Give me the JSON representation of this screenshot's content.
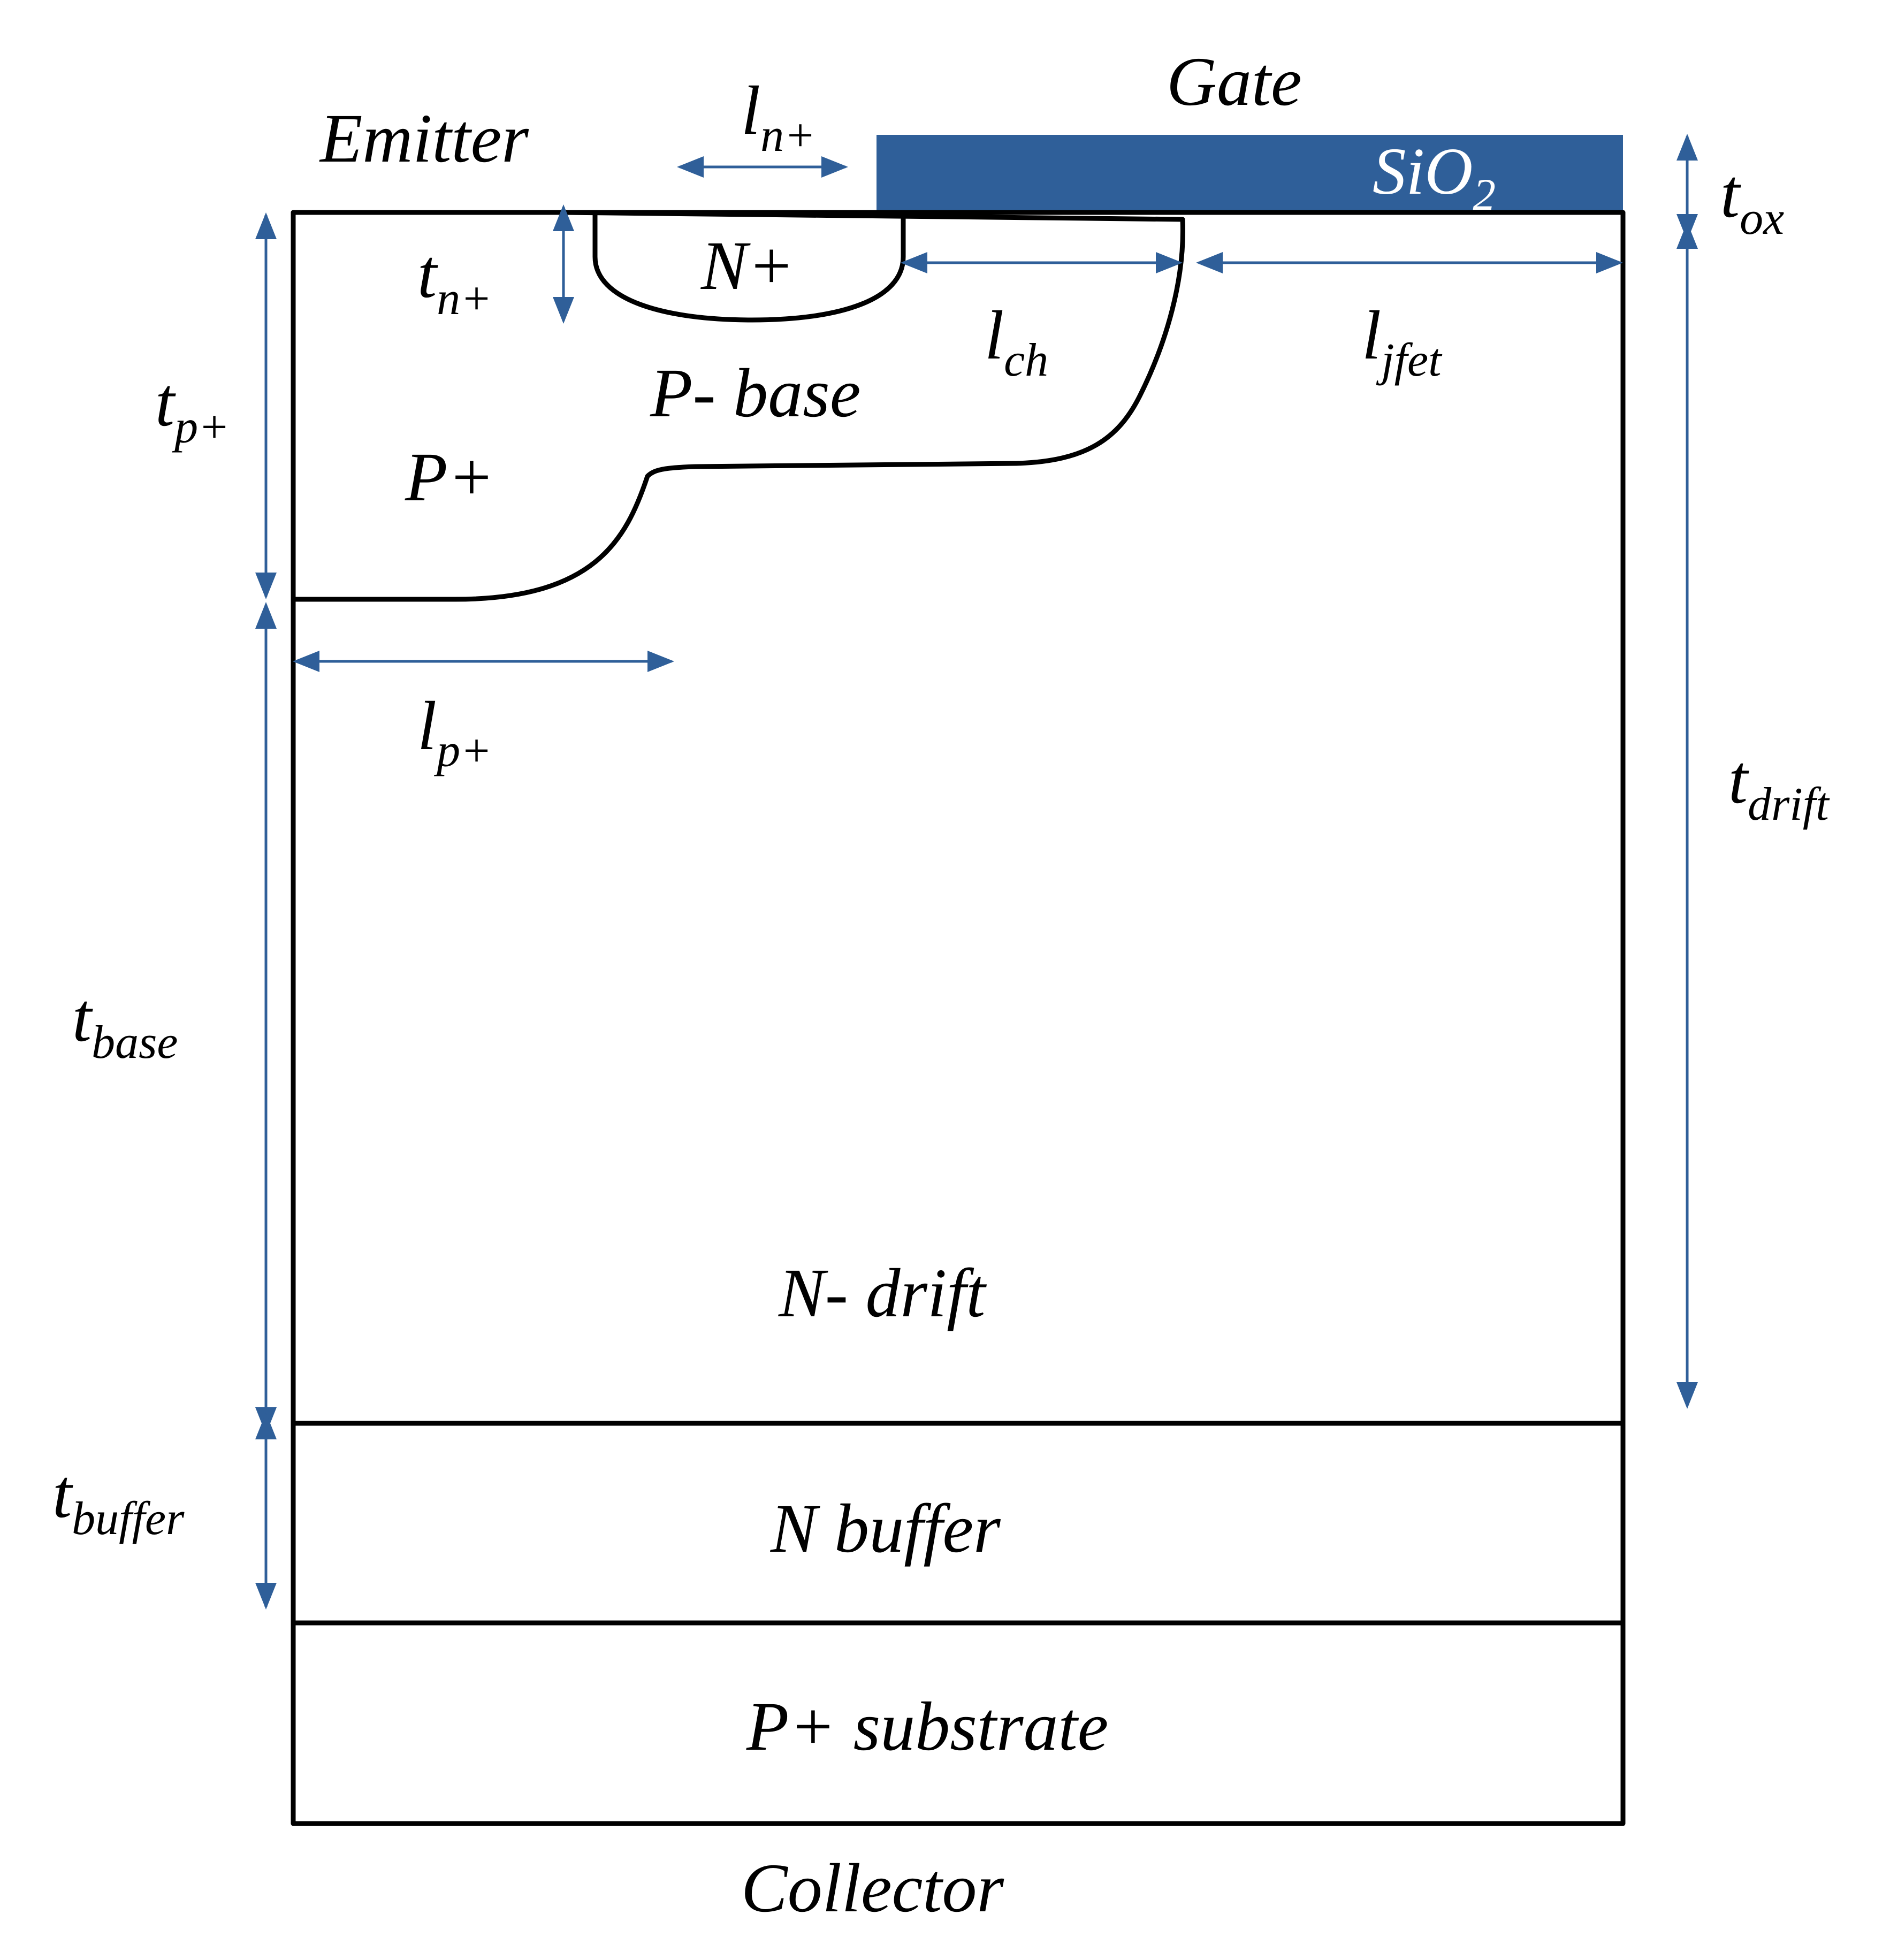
{
  "terminals": {
    "emitter": "Emitter",
    "gate": "Gate",
    "collector": "Collector"
  },
  "regions": {
    "oxide": {
      "base": "SiO",
      "sub": "2"
    },
    "n_plus": "N+",
    "p_base": "P- base",
    "p_plus": "P+",
    "n_drift": "N- drift",
    "n_buffer": "N buffer",
    "p_substrate": "P+ substrate"
  },
  "dimensions": {
    "l_nplus": {
      "base": "l",
      "sub": "n+"
    },
    "t_ox": {
      "base": "t",
      "sub": "ox"
    },
    "t_nplus": {
      "base": "t",
      "sub": "n+"
    },
    "t_pplus": {
      "base": "t",
      "sub": "p+"
    },
    "l_ch": {
      "base": "l",
      "sub": "ch"
    },
    "l_jfet": {
      "base": "l",
      "sub": "jfet"
    },
    "l_pplus": {
      "base": "l",
      "sub": "p+"
    },
    "t_drift": {
      "base": "t",
      "sub": "drift"
    },
    "t_base": {
      "base": "t",
      "sub": "base"
    },
    "t_buffer": {
      "base": "t",
      "sub": "buffer"
    }
  },
  "colors": {
    "oxide_fill": "#2f5f99",
    "dimension_arrows": "#2f5f99",
    "outline": "#000000"
  }
}
